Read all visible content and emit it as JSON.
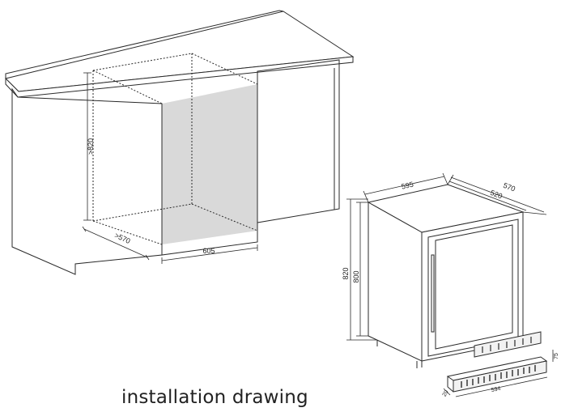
{
  "caption": "installation drawing",
  "colors": {
    "line": "#2a2a2a",
    "cabinet_face": "#ffffff",
    "niche_fill": "#d9d9d9",
    "kickplate": "#f2f2f2"
  },
  "niche_dimensions": {
    "height": ">820",
    "depth": ">570",
    "width": "605"
  },
  "appliance_dimensions": {
    "width": "595",
    "depth_outer": "570",
    "depth_inner": "520",
    "height_outer": "820",
    "height_inner": "800"
  },
  "kickplate_dimensions": {
    "width": "594",
    "height": "75",
    "depth": "20"
  }
}
